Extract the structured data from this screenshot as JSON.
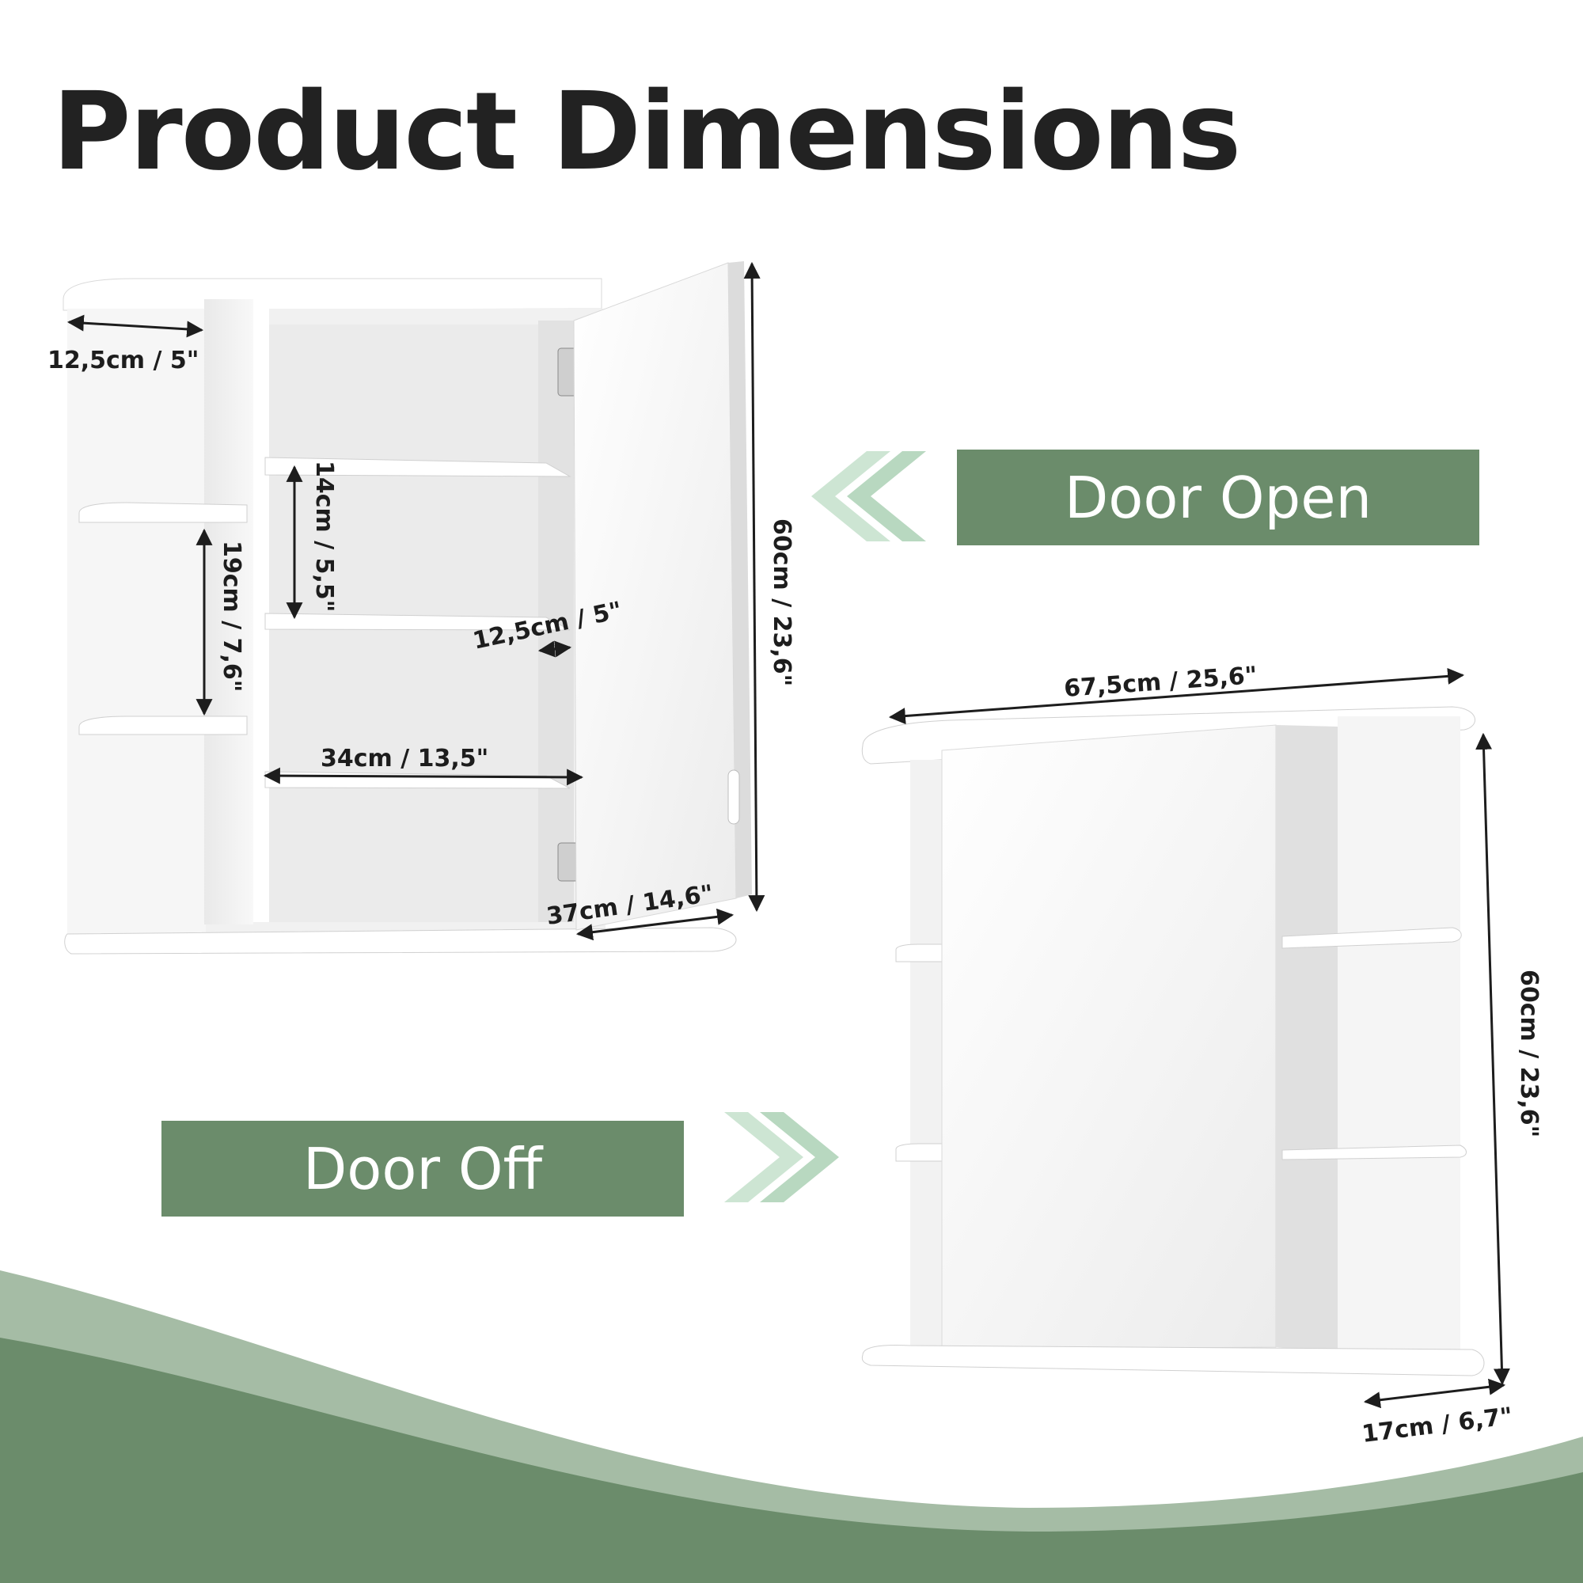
{
  "title": "Product Dimensions",
  "badges": {
    "door_open": "Door Open",
    "door_off": "Door Off"
  },
  "colors": {
    "accent_green": "#6b8c6b",
    "light_green": "#a5bca5",
    "cabinet_white": "#f7f7f7"
  },
  "dimensions": {
    "open_side_shelf_depth": "12,5cm / 5\"",
    "open_inner_shelf_gap": "14cm / 5,5\"",
    "open_side_shelf_gap": "19cm / 7,6\"",
    "open_inner_depth": "12,5cm / 5\"",
    "open_inner_width": "34cm / 13,5\"",
    "open_bottom_width": "37cm / 14,6\"",
    "open_height": "60cm / 23,6\"",
    "closed_width": "67,5cm / 25,6\"",
    "closed_height": "60cm / 23,6\"",
    "closed_depth": "17cm / 6,7\""
  }
}
